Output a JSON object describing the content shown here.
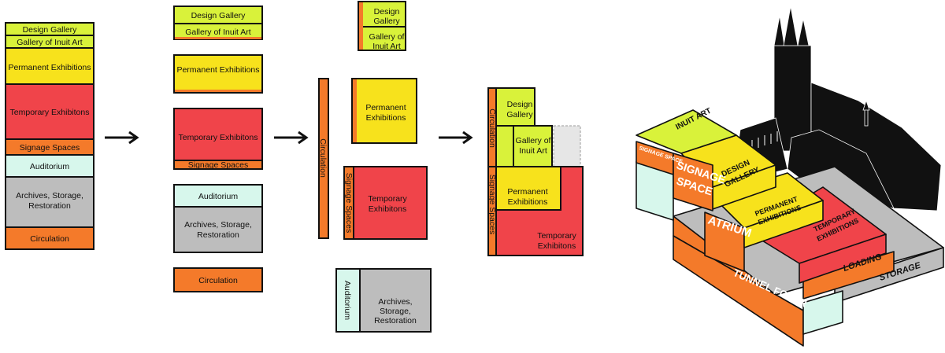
{
  "colors": {
    "lime": "#d9f23a",
    "yellow": "#f7e21c",
    "red": "#f0444a",
    "orange": "#f47a2a",
    "mint": "#d7f7ec",
    "gray": "#bdbdbd",
    "black": "#111111"
  },
  "stack": {
    "design_gallery": "Design Gallery",
    "inuit_art": "Gallery of Inuit Art",
    "permanent": "Permanent Exhibitions",
    "temporary": "Temporary Exhibitons",
    "signage": "Signage Spaces",
    "auditorium": "Auditorium",
    "archives_l1": "Archives, Storage,",
    "archives_l2": "Restoration",
    "circulation": "Circulation"
  },
  "stage2": {
    "design_gallery": "Design Gallery",
    "inuit_art": "Gallery of Inuit Art",
    "permanent": "Permanent Exhibitions",
    "temporary": "Temporary Exhibitons",
    "signage": "Signage Spaces",
    "auditorium": "Auditorium",
    "archives_l1": "Archives, Storage,",
    "archives_l2": "Restoration",
    "circulation": "Circulation"
  },
  "stage3": {
    "design_l1": "Design",
    "design_l2": "Gallery",
    "inuit_l1": "Gallery of",
    "inuit_l2": "Inuit Art",
    "circulation": "Circulation",
    "permanent_l1": "Permanent",
    "permanent_l2": "Exhibitions",
    "signage": "Signage Spaces",
    "temporary_l1": "Temporary",
    "temporary_l2": "Exhibitons",
    "auditorium": "Auditorium",
    "archives_l1": "Archives,",
    "archives_l2": "Storage,",
    "archives_l3": "Restoration"
  },
  "stage4": {
    "design_l1": "Design",
    "design_l2": "Gallery",
    "inuit_l1": "Gallery of",
    "inuit_l2": "Inuit Art",
    "circulation": "Circulation",
    "permanent_l1": "Permanent",
    "permanent_l2": "Exhibitions",
    "signage": "Signage Spaces",
    "temporary_l1": "Temporary",
    "temporary_l2": "Exhibitons"
  },
  "iso": {
    "inuit_art": "INUIT ART",
    "signage_space_small": "SIGNAGE SPACE",
    "signage_l1": "SIGNAGE",
    "signage_l2": "SPACE",
    "design_l1": "DESIGN",
    "design_l2": "GALLERY",
    "permanent_l1": "PERMANENT",
    "permanent_l2": "EXHIBITIONS",
    "atrium": "ATRIUM",
    "temporary_l1": "TEMPORARY",
    "temporary_l2": "EXHIBITIONS",
    "loading": "LOADING",
    "tunnel": "TUNNEL FOYER",
    "storage": "STORAGE"
  }
}
